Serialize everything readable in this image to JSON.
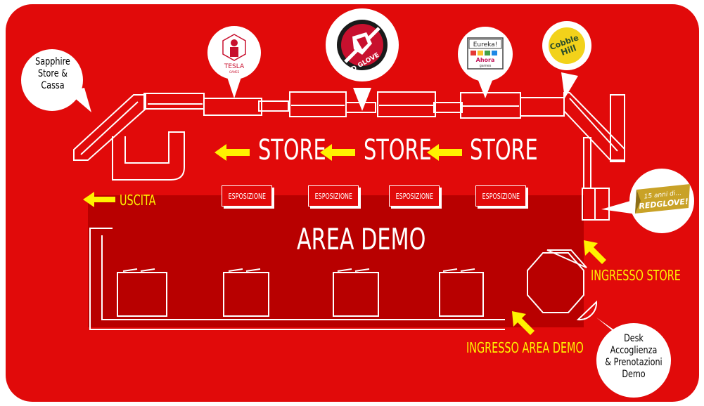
{
  "map": {
    "store_labels": [
      "STORE",
      "STORE",
      "STORE"
    ],
    "demo_area_label": "AREA DEMO",
    "exit_label": "USCITA",
    "store_entrance_label": "INGRESSO STORE",
    "demo_entrance_label": "INGRESSO AREA DEMO",
    "exhibits": [
      "ESPOSIZIONE",
      "ESPOSIZIONE",
      "ESPOSIZIONE",
      "ESPOSIZIONE"
    ]
  },
  "callouts": {
    "sapphire": "Sapphire Store & Cassa",
    "sapphire_lines": [
      "Sapphire",
      "Store &",
      "Cassa"
    ],
    "desk": "Desk Accoglienza & Prenotazioni Demo",
    "desk_lines": [
      "Desk",
      "Accoglienza",
      "& Prenotazioni",
      "Demo"
    ],
    "anniversary_lines": [
      "15 anni di...",
      "REDGLOVE!"
    ]
  },
  "logos": {
    "tesla": {
      "name": "TESLA",
      "sub": "GAMES"
    },
    "redglove": {
      "name": "RED GLOVE"
    },
    "eureka": {
      "name": "Eureka!",
      "sub1": "Ahora",
      "sub2": "games"
    },
    "cobble": {
      "name": "Cobble Hill",
      "line1": "Cobble",
      "line2": "Hill"
    }
  },
  "colors": {
    "background": "#e10a0a",
    "demo_area": "#b80000",
    "arrow": "#fff200",
    "line": "#ffffff",
    "ribbon": "#c9a227"
  }
}
